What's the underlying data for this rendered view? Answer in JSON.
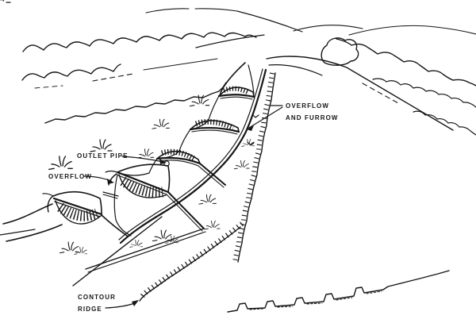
{
  "figure": {
    "background_color": "#ffffff",
    "ink_color": "#161616",
    "labels": {
      "overflow_and_furrow_line1": "OVERFLOW",
      "overflow_and_furrow_line2": "AND FURROW",
      "outlet_pipe": "OUTLET PIPE",
      "overflow": "OVERFLOW",
      "contour_ridge_line1": "CONTOUR",
      "contour_ridge_line2": "RIDGE"
    },
    "scene": {
      "description": "Hand-drawn pen-and-ink illustration of a sloping field: a curved waterway of five stepped check-dam basins with hatched dam faces, an overflow furrow running downhill beside it, contour ridges, distant stepped ridges in profile, tree lines and hills on the horizon, scattered grass tufts",
      "parts": [
        "horizon-hills",
        "tree-lines",
        "field-road",
        "check-dam-stairway",
        "overflow-furrow",
        "contour-ridge",
        "distant-ridge-profile",
        "grass-tufts"
      ]
    }
  }
}
